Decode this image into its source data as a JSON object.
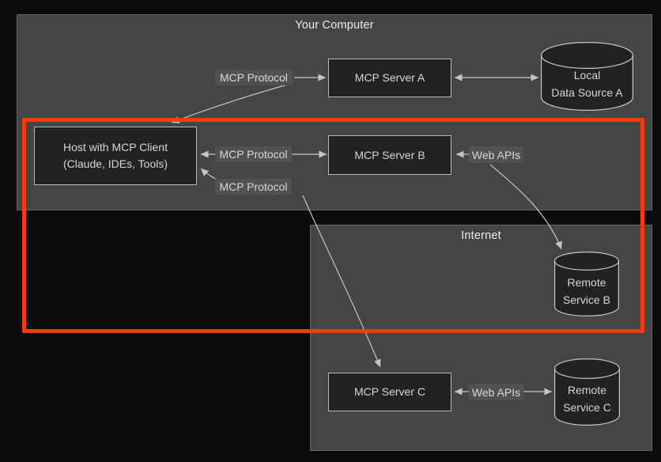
{
  "groups": {
    "your_computer": {
      "label": "Your Computer"
    },
    "internet": {
      "label": "Internet"
    }
  },
  "nodes": {
    "host": {
      "line1": "Host with MCP Client",
      "line2": "(Claude, IDEs, Tools)"
    },
    "server_a": {
      "label": "MCP Server A"
    },
    "server_b": {
      "label": "MCP Server B"
    },
    "server_c": {
      "label": "MCP Server C"
    },
    "data_source_a": {
      "line1": "Local",
      "line2": "Data Source A"
    },
    "remote_service_b": {
      "line1": "Remote",
      "line2": "Service B"
    },
    "remote_service_c": {
      "line1": "Remote",
      "line2": "Service C"
    }
  },
  "edge_labels": {
    "mcp_protocol_a": "MCP Protocol",
    "mcp_protocol_b": "MCP Protocol",
    "mcp_protocol_c": "MCP Protocol",
    "web_apis_b": "Web APIs",
    "web_apis_c": "Web APIs"
  },
  "edges": [
    {
      "from": "host",
      "to": "server_a",
      "label": "MCP Protocol",
      "arrows": "both"
    },
    {
      "from": "host",
      "to": "server_b",
      "label": "MCP Protocol",
      "arrows": "both"
    },
    {
      "from": "host",
      "to": "server_c",
      "label": "MCP Protocol",
      "arrows": "both"
    },
    {
      "from": "server_a",
      "to": "data_source_a",
      "label": "",
      "arrows": "both"
    },
    {
      "from": "remote_service_b",
      "to": "server_b",
      "label": "Web APIs",
      "arrows": "both"
    },
    {
      "from": "server_c",
      "to": "remote_service_c",
      "label": "Web APIs",
      "arrows": "both"
    }
  ],
  "colors": {
    "background": "#0c0c0e",
    "group_fill": "#454545",
    "node_fill": "#222224",
    "node_border": "#b9b9b9",
    "edge": "#c6c6c6",
    "edge_label_bg": "#515151",
    "text": "#d6d6d6",
    "highlight": "#f23d0b"
  }
}
